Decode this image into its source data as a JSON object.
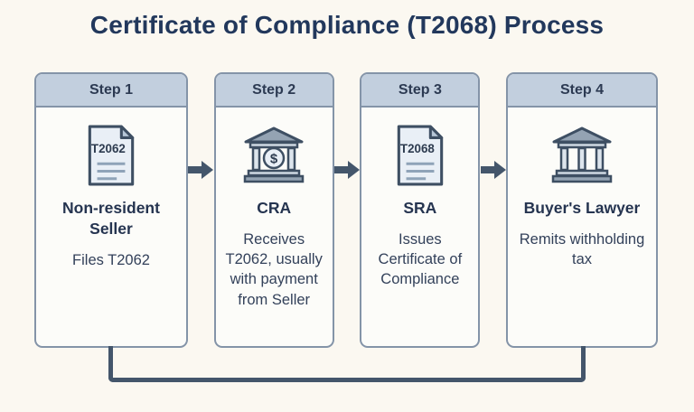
{
  "title": "Certificate of Compliance (T2068) Process",
  "steps": [
    {
      "header": "Step 1",
      "icon": "document-icon",
      "doc_label": "T2062",
      "name": "Non-resident Seller",
      "description": "Files T2062"
    },
    {
      "header": "Step 2",
      "icon": "bank-dollar-icon",
      "name": "CRA",
      "description": "Receives T2062, usually with payment from Seller"
    },
    {
      "header": "Step 3",
      "icon": "document-icon",
      "doc_label": "T2068",
      "name": "SRA",
      "description": "Issues Certificate of Compliance"
    },
    {
      "header": "Step 4",
      "icon": "bank-icon",
      "name": "Buyer's Lawyer",
      "description": "Remits withholding tax"
    }
  ],
  "bank_dollar_symbol": "$",
  "colors": {
    "background": "#fbf8f1",
    "title_text": "#22385c",
    "card_border": "#8494a8",
    "card_header_fill": "#c2cfde",
    "card_body_fill": "#fcfcf9",
    "arrow": "#44566b",
    "connector": "#44566b",
    "icon_outline": "#3e4f63",
    "icon_fill_light": "#e9eff6",
    "icon_fill_gray": "#94a3b3"
  }
}
